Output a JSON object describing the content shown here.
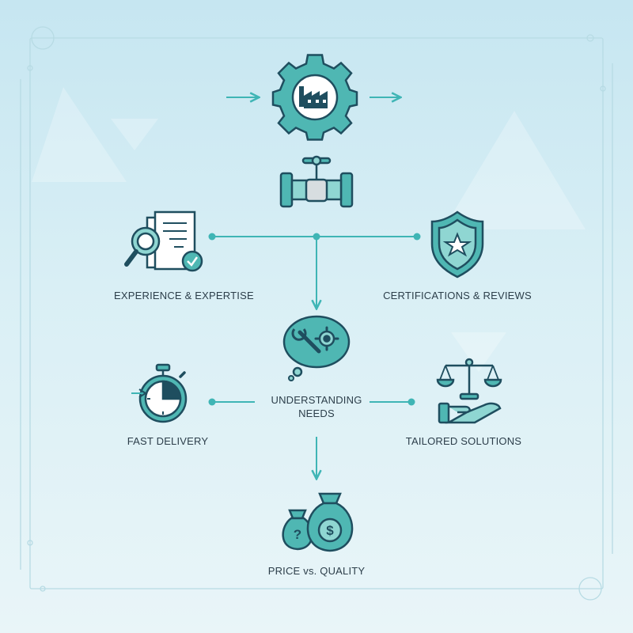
{
  "colors": {
    "accent": "#3fb5b5",
    "teal": "#4fb7b3",
    "teal_light": "#8fd6d2",
    "dark": "#1f4e5f",
    "text": "#2c3e4a",
    "frame": "#b7dbe4"
  },
  "nodes": {
    "experience": {
      "label": "EXPERIENCE & EXPERTISE",
      "icon": "magnifier-document-icon"
    },
    "certifications": {
      "label": "CERTIFICATIONS & REVIEWS",
      "icon": "shield-star-icon"
    },
    "understanding": {
      "line1": "UNDERSTANDING",
      "line2": "NEEDS",
      "icon": "speech-bubble-tools-icon"
    },
    "fast": {
      "label": "FAST DELIVERY",
      "icon": "stopwatch-icon"
    },
    "tailored": {
      "label": "TAILORED SOLUTIONS",
      "icon": "scales-hand-icon"
    },
    "price": {
      "label": "PRICE vs. QUALITY",
      "icon": "money-bags-icon"
    }
  },
  "header_icons": [
    "factory-gear-icon",
    "valve-pipe-icon"
  ]
}
